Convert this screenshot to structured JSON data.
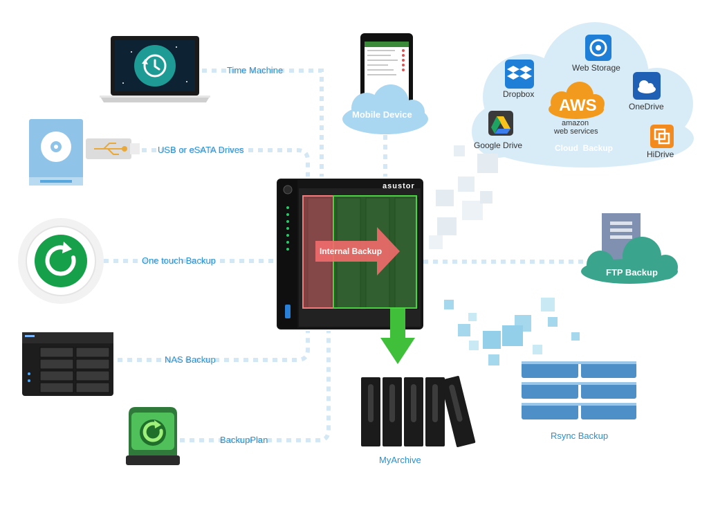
{
  "colors": {
    "accent": "#2a8fd0",
    "connector": "#d3e7f4",
    "cloud": "#d8ecf8",
    "cloud_dark": "#b9dcef",
    "green_arrow": "#3fbf3a",
    "red_arrow": "#f26b6b",
    "ftp_cloud": "#3aa58c",
    "rsync_blue": "#4f8fc7"
  },
  "sources": {
    "time_machine": "Time Machine",
    "usb": "USB or eSATA Drives",
    "one_touch": "One touch Backup",
    "nas": "NAS Backup",
    "backupplan": "BackupPlan",
    "mobile": "Mobile Device"
  },
  "nas": {
    "brand": "asustor",
    "internal": "Internal Backup"
  },
  "cloud": {
    "web_storage": "Web Storage",
    "dropbox": "Dropbox",
    "aws": "AWS",
    "amazon": "amazon",
    "web_services": "web services",
    "onedrive": "OneDrive",
    "google_drive": "Google Drive",
    "cloud_backup": "Cloud  Backup",
    "hidrive": "HiDrive"
  },
  "targets": {
    "ftp": "FTP Backup",
    "rsync": "Rsync Backup",
    "myarchive": "MyArchive"
  }
}
